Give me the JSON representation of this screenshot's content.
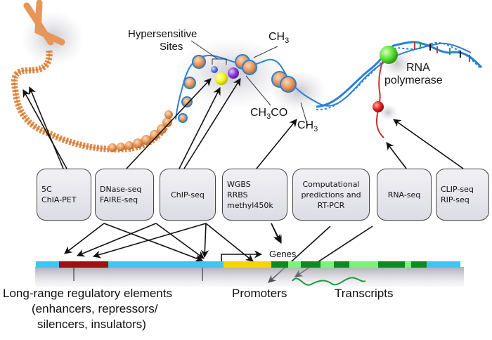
{
  "top_labels": {
    "hypersensitive_line1": "Hypersensitive",
    "hypersensitive_line2": "Sites",
    "ch3_top": "CH",
    "ch3_top_sub": "3",
    "acetyl_main": "CH",
    "acetyl_sub": "3",
    "acetyl_tail": "CO",
    "ch3_lower": "CH",
    "ch3_lower_sub": "3",
    "rna_pol_line1": "RNA",
    "rna_pol_line2": "polymerase"
  },
  "assay_boxes": [
    {
      "id": "5c",
      "lines": [
        "5C",
        "ChIA-PET"
      ]
    },
    {
      "id": "dnase",
      "lines": [
        "DNase-seq",
        "FAIRE-seq"
      ]
    },
    {
      "id": "chip",
      "lines": [
        "ChIP-seq"
      ]
    },
    {
      "id": "methylation",
      "lines": [
        "WGBS",
        "RRBS",
        "methyl450k"
      ]
    },
    {
      "id": "computational",
      "lines": [
        "Computational",
        "predictions and",
        "RT-PCR"
      ]
    },
    {
      "id": "rnaseq",
      "lines": [
        "RNA-seq"
      ]
    },
    {
      "id": "clip",
      "lines": [
        "CLIP-seq",
        "RIP-seq"
      ]
    }
  ],
  "genome_track": {
    "genes_label": "Genes",
    "colors": {
      "background": "#3ec6ee",
      "regulatory": "#a01010",
      "promoter": "#f5d400",
      "exon": "#0f8a1f",
      "intron": "#7ef07e",
      "transcript": "#1f9a3a",
      "shadow": "#b4b2b8"
    }
  },
  "bottom_labels": {
    "regulatory_line1": "Long-range regulatory elements",
    "regulatory_line2": "(enhancers, repressors/",
    "regulatory_line3": "silencers, insulators)",
    "promoters": "Promoters",
    "transcripts": "Transcripts"
  },
  "colors": {
    "chromatin": "#e08a45",
    "dna_strand": "#2a7fd8",
    "hs_blue": "#5a78e8",
    "hs_yellow": "#f2f21a",
    "hs_purple": "#8a3ae0",
    "rna_pol": "#5ae03a",
    "rna_bead": "#e02020",
    "rna_strand": "#c83030"
  }
}
